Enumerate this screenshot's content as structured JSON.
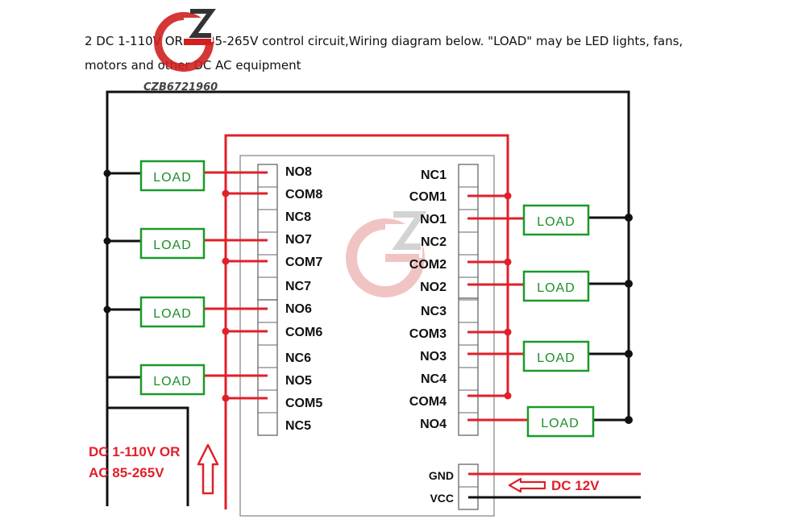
{
  "intro": {
    "line1": "2 DC 1-110V OR AC 85-265V control circuit,Wiring diagram below. \"LOAD\" may be LED lights, fans,",
    "line2": "motors and other DC AC equipment"
  },
  "watermark": {
    "code": "CZB6721960"
  },
  "left_pins": [
    "NO8",
    "COM8",
    "NC8",
    "NO7",
    "COM7",
    "NC7",
    "NO6",
    "COM6",
    "NC6",
    "NO5",
    "COM5",
    "NC5"
  ],
  "right_pins": [
    "NC1",
    "COM1",
    "NO1",
    "NC2",
    "COM2",
    "NO2",
    "NC3",
    "COM3",
    "NO3",
    "NC4",
    "COM4",
    "NO4"
  ],
  "load_label": "LOAD",
  "supply": {
    "line1": "DC 1-110V OR",
    "line2": "AC 85-265V"
  },
  "power": {
    "gnd": "GND",
    "vcc": "VCC",
    "input": "DC 12V"
  },
  "colors": {
    "red_wire": "#e0202a",
    "black_wire": "#111111",
    "load_border": "#1a9a2a",
    "load_text": "#1a8f2a"
  }
}
